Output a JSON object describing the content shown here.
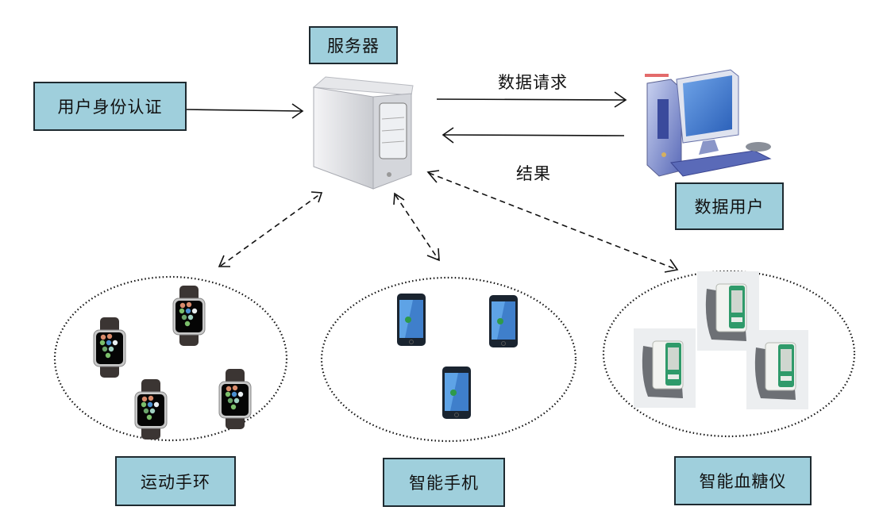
{
  "nodes": {
    "server": {
      "label": "服务器"
    },
    "auth": {
      "label": "用户身份认证"
    },
    "data_user": {
      "label": "数据用户"
    },
    "band": {
      "label": "运动手环"
    },
    "phone": {
      "label": "智能手机"
    },
    "glucose": {
      "label": "智能血糖仪"
    }
  },
  "edges": {
    "request": {
      "label": "数据请求"
    },
    "result": {
      "label": "结果"
    }
  },
  "colors": {
    "box_fill": "#9fcfdc",
    "box_border": "#1e2a30",
    "line": "#111111"
  }
}
